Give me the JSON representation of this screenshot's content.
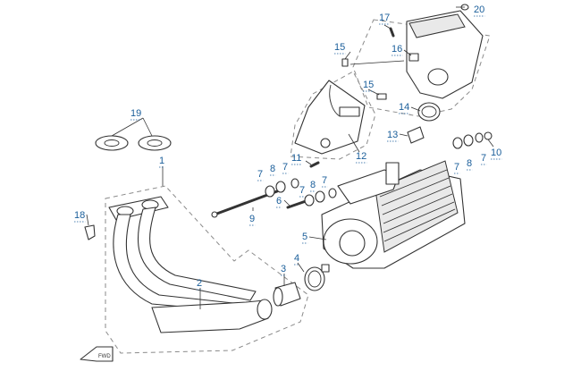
{
  "callouts": [
    {
      "id": "c1",
      "label": "1"
    },
    {
      "id": "c2",
      "label": "2"
    },
    {
      "id": "c3",
      "label": "3"
    },
    {
      "id": "c4",
      "label": "4"
    },
    {
      "id": "c5",
      "label": "5"
    },
    {
      "id": "c6",
      "label": "6"
    },
    {
      "id": "c7a",
      "label": "7"
    },
    {
      "id": "c7b",
      "label": "7"
    },
    {
      "id": "c7c",
      "label": "7"
    },
    {
      "id": "c7d",
      "label": "7"
    },
    {
      "id": "c7e",
      "label": "7"
    },
    {
      "id": "c7f",
      "label": "7"
    },
    {
      "id": "c8a",
      "label": "8"
    },
    {
      "id": "c8b",
      "label": "8"
    },
    {
      "id": "c8c",
      "label": "8"
    },
    {
      "id": "c9",
      "label": "9"
    },
    {
      "id": "c10",
      "label": "10"
    },
    {
      "id": "c11",
      "label": "11"
    },
    {
      "id": "c12",
      "label": "12"
    },
    {
      "id": "c13",
      "label": "13"
    },
    {
      "id": "c14",
      "label": "14"
    },
    {
      "id": "c15a",
      "label": "15"
    },
    {
      "id": "c15b",
      "label": "15"
    },
    {
      "id": "c16",
      "label": "16"
    },
    {
      "id": "c17",
      "label": "17"
    },
    {
      "id": "c18",
      "label": "18"
    },
    {
      "id": "c19",
      "label": "19"
    },
    {
      "id": "c20",
      "label": "20"
    }
  ],
  "direction_badge": "FWD",
  "colors": {
    "callout": "#1a5e9a",
    "line": "#333333",
    "dashed": "#8a8a8a"
  }
}
